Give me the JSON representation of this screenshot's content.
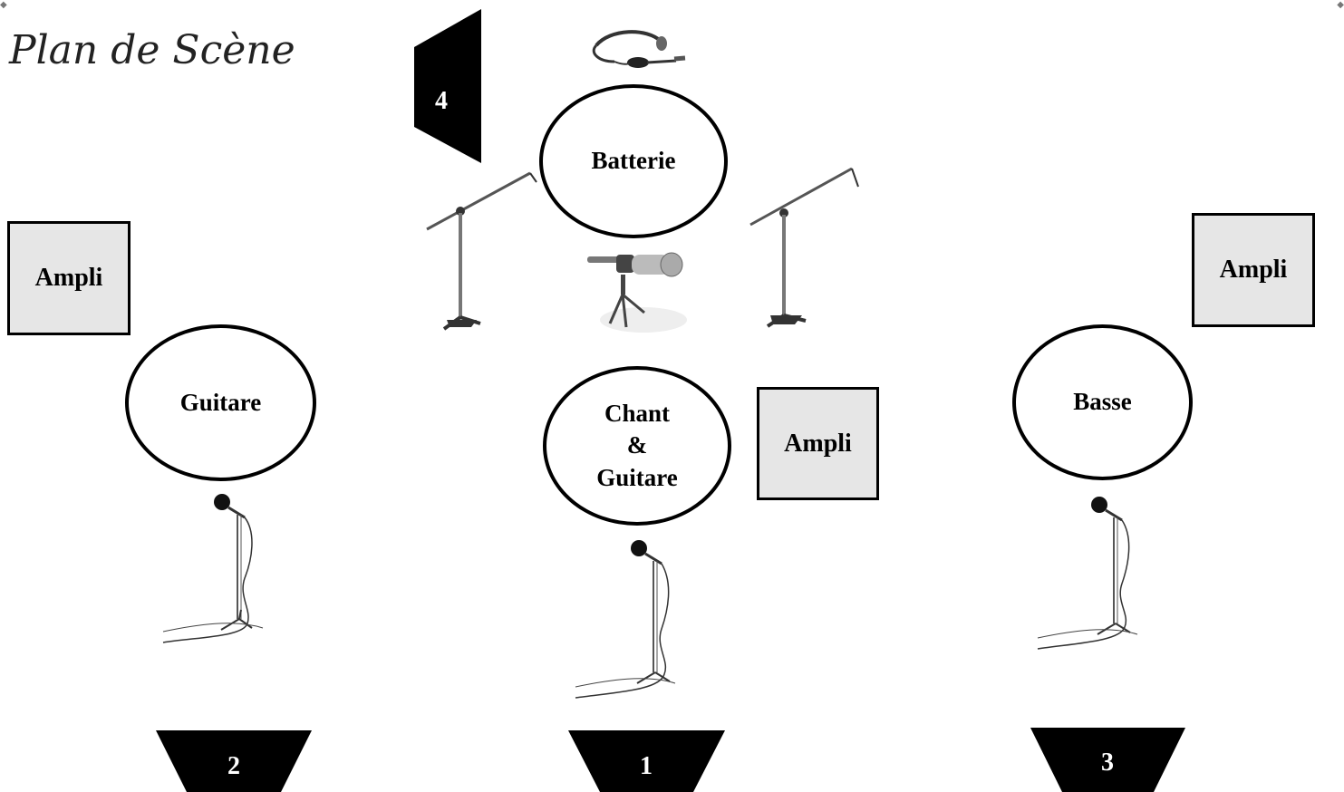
{
  "title": "Plan de Scène",
  "positions": {
    "batterie": "Batterie",
    "guitare": "Guitare",
    "chant_l1": "Chant",
    "chant_l2": "&",
    "chant_l3": "Guitare",
    "basse": "Basse"
  },
  "amplis": {
    "left": "Ampli",
    "center": "Ampli",
    "right": "Ampli"
  },
  "monitors": {
    "m1": "1",
    "m2": "2",
    "m3": "3",
    "m4": "4"
  },
  "colors": {
    "ampli_fill": "#e6e6e6",
    "monitor_fill": "#000000"
  },
  "icons": [
    "headset-mic-icon",
    "boom-mic-stand-icon",
    "tripod-mic-icon",
    "vocal-mic-stand-icon"
  ]
}
